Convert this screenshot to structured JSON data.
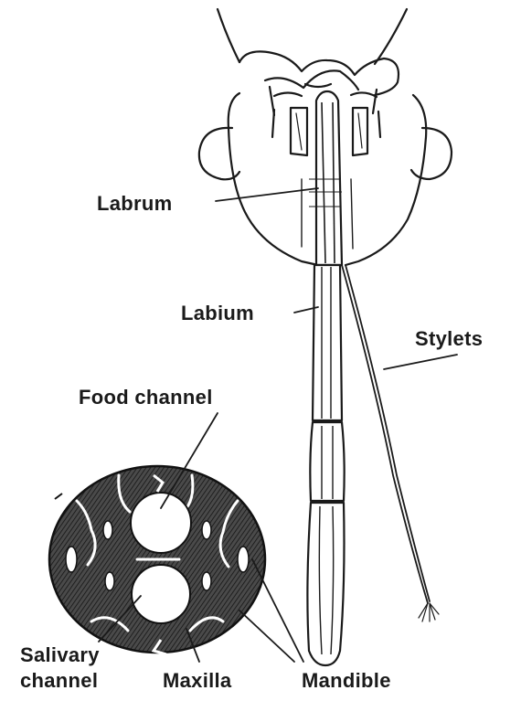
{
  "labels": {
    "labrum": "Labrum",
    "labium": "Labium",
    "stylets": "Stylets",
    "food_channel": "Food channel",
    "salivary_channel_line1": "Salivary",
    "salivary_channel_line2": "channel",
    "maxilla": "Maxilla",
    "mandible": "Mandible"
  },
  "colors": {
    "ink": "#1a1a1a",
    "shade": "#3a3a3a",
    "paper": "#ffffff"
  }
}
